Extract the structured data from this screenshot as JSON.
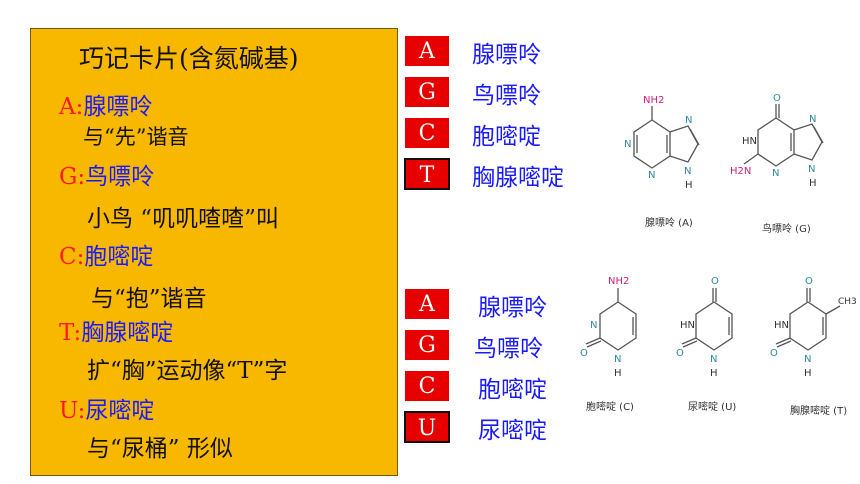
{
  "card": {
    "title": "巧记卡片(含氮碱基)",
    "items": [
      {
        "letter": "A:",
        "name": "腺嘌呤",
        "note": "与“先”谐音"
      },
      {
        "letter": "G:",
        "name": "鸟嘌呤",
        "note": "小鸟 “叽叽喳喳”叫"
      },
      {
        "letter": "C:",
        "name": "胞嘧啶",
        "note": "与“抱”谐音"
      },
      {
        "letter": "T:",
        "name": "胸腺嘧啶",
        "note": "扩“胸”运动像“T”字"
      },
      {
        "letter": "U:",
        "name": "尿嘧啶",
        "note": "与“尿桶” 形似"
      }
    ]
  },
  "dna_bases": [
    {
      "code": "A",
      "name": "腺嘌呤"
    },
    {
      "code": "G",
      "name": "鸟嘌呤"
    },
    {
      "code": "C",
      "name": "胞嘧啶"
    },
    {
      "code": "T",
      "name": "胸腺嘧啶"
    }
  ],
  "rna_bases": [
    {
      "code": "A",
      "name": "腺嘌呤"
    },
    {
      "code": "G",
      "name": "鸟嘌呤"
    },
    {
      "code": "C",
      "name": "胞嘧啶"
    },
    {
      "code": "U",
      "name": "尿嘧啶"
    }
  ],
  "structures": {
    "adenine": {
      "caption": "腺嘌呤 (A)",
      "nh2": "NH2",
      "n": "N",
      "h": "H"
    },
    "guanine": {
      "caption": "鸟嘌呤 (G)",
      "o": "O",
      "hn": "HN",
      "h2n": "H2N",
      "n": "N",
      "h": "H"
    },
    "cytosine": {
      "caption": "胞嘧啶 (C)",
      "nh2": "NH2",
      "o": "O",
      "n": "N",
      "h": "H"
    },
    "uracil": {
      "caption": "尿嘧啶 (U)",
      "o": "O",
      "hn": "HN",
      "n": "N",
      "h": "H"
    },
    "thymine": {
      "caption": "胸腺嘧啶 (T)",
      "o": "O",
      "hn": "HN",
      "ch3": "CH3",
      "n": "N",
      "h": "H"
    }
  },
  "colors": {
    "card_bg": "#f9b800",
    "badge_bg": "#e60000",
    "name_blue": "#1a1aff",
    "letter_red": "#ff1a1a",
    "amine": "#cc2277",
    "hetero_teal": "#2a8a9a"
  }
}
